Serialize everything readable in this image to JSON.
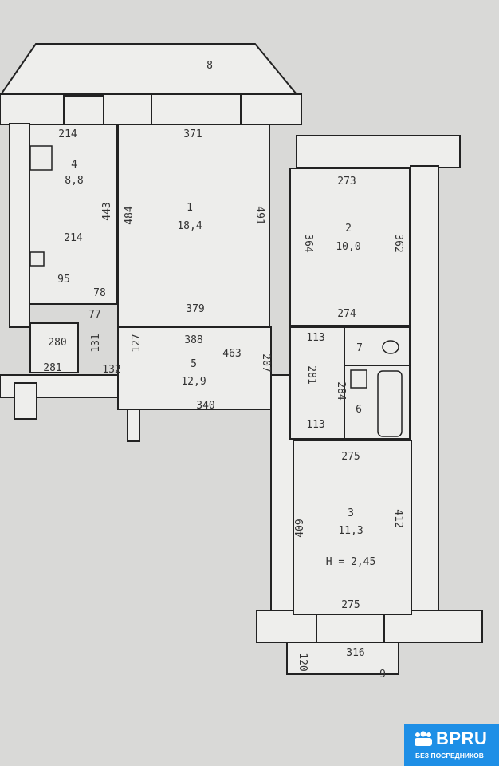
{
  "plan": {
    "rooms": [
      {
        "number": "1",
        "area": "18,4"
      },
      {
        "number": "2",
        "area": "10,0"
      },
      {
        "number": "3",
        "area": "11,3"
      },
      {
        "number": "4",
        "area": "8,8"
      },
      {
        "number": "5",
        "area": "12,9"
      },
      {
        "number": "6",
        "area": ""
      },
      {
        "number": "7",
        "area": ""
      },
      {
        "number": "8",
        "area": ""
      },
      {
        "number": "9",
        "area": ""
      }
    ],
    "dims": {
      "kitchen_top": "214",
      "room1_top": "371",
      "kitchen_side": "443",
      "room1_left": "484",
      "room1_right": "491",
      "kitchen_mid": "214",
      "kitchen_95": "95",
      "kitchen_78": "78",
      "d77": "77",
      "room1_bottom": "379",
      "hall_388": "388",
      "hall_463": "463",
      "d280": "280",
      "d281a": "281",
      "d132": "132",
      "hall_340": "340",
      "hall_207": "207",
      "d127": "127",
      "d131": "131",
      "room2_top": "273",
      "room2_left": "364",
      "room2_right": "362",
      "room2_bottom": "274",
      "wc_113a": "113",
      "wc_281": "281",
      "bath_284": "284",
      "wc_113b": "113",
      "room3_top": "275",
      "room3_left": "409",
      "room3_right": "412",
      "room3_bottom": "275",
      "balcony_316": "316",
      "balcony_120": "120"
    },
    "ceiling_height": "H = 2,45"
  },
  "watermark": {
    "brand": "BPRU",
    "tagline": "БЕЗ ПОСРЕДНИКОВ",
    "color": "#1e8fe6"
  }
}
